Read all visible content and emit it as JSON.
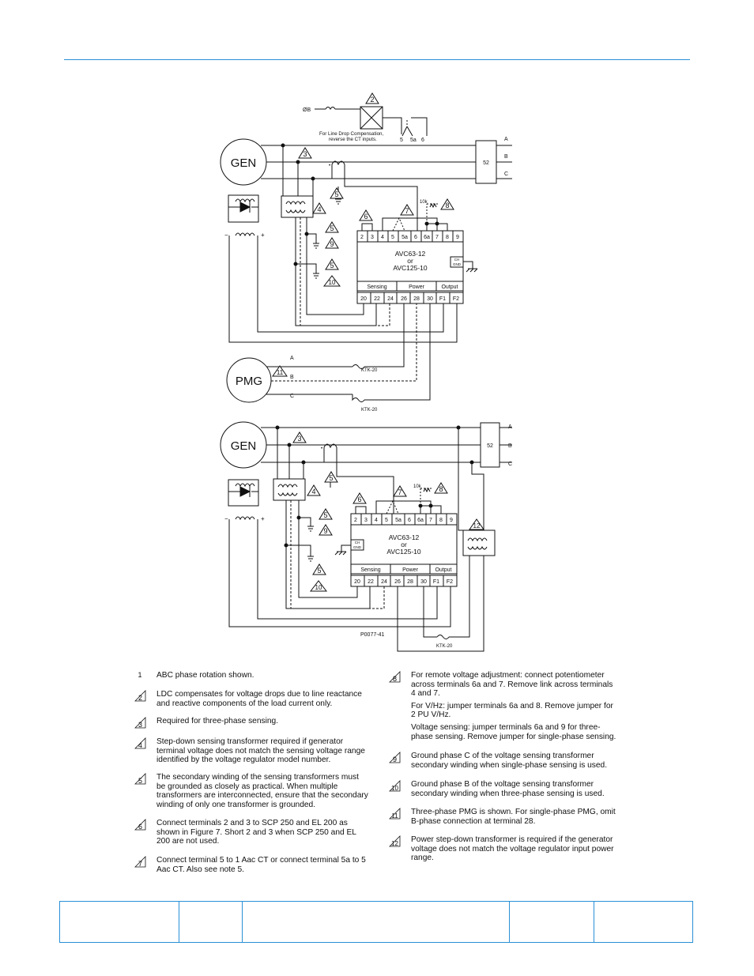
{
  "diagram_top": {
    "phase_b_label": "ØB",
    "ldc_note_line1": "For Line Drop Compensation,",
    "ldc_note_line2": "reverse the CT inputs.",
    "ct_terms": [
      "5",
      "5a",
      "6"
    ],
    "gen_label": "GEN",
    "pmg_label": "PMG",
    "breaker": "52",
    "phases": [
      "A",
      "B",
      "C"
    ],
    "pot_label": "10k",
    "regulator_line1": "AVC63-12",
    "regulator_line2": "or",
    "regulator_line3": "AVC125-10",
    "ch_gnd": [
      "CH",
      "GND"
    ],
    "top_terminals": [
      "2",
      "3",
      "4",
      "5",
      "5a",
      "6",
      "6a",
      "7",
      "8",
      "9"
    ],
    "bottom_groups": [
      "Sensing",
      "Power",
      "Output"
    ],
    "bottom_terminals": [
      "20",
      "22",
      "24",
      "26",
      "28",
      "30",
      "F1",
      "F2"
    ],
    "fuse_label": "KTK-20",
    "pmg_phases": [
      "A",
      "B",
      "C"
    ],
    "callouts": [
      "2",
      "3",
      "4",
      "5",
      "5",
      "9",
      "5",
      "10",
      "6",
      "7",
      "8",
      "11"
    ]
  },
  "diagram_bottom": {
    "gen_label": "GEN",
    "breaker": "52",
    "phases": [
      "A",
      "B",
      "C"
    ],
    "pot_label": "10k",
    "regulator_line1": "AVC63-12",
    "regulator_line2": "or",
    "regulator_line3": "AVC125-10",
    "ch_gnd": [
      "CH",
      "GND"
    ],
    "top_terminals": [
      "2",
      "3",
      "4",
      "5",
      "5a",
      "6",
      "6a",
      "7",
      "8",
      "9"
    ],
    "bottom_groups": [
      "Sensing",
      "Power",
      "Output"
    ],
    "bottom_terminals": [
      "20",
      "22",
      "24",
      "26",
      "28",
      "30",
      "F1",
      "F2"
    ],
    "fuse_label": "KTK-20",
    "figure_id": "P0077-41",
    "callouts": [
      "3",
      "4",
      "5",
      "5",
      "9",
      "5",
      "10",
      "6",
      "7",
      "8",
      "12"
    ]
  },
  "notes_left": [
    {
      "num": "1",
      "plain": true,
      "text": [
        "ABC phase rotation shown."
      ]
    },
    {
      "num": "2",
      "text": [
        "LDC compensates for voltage drops due to line reactance and reactive components of the load current only."
      ]
    },
    {
      "num": "3",
      "text": [
        "Required for three-phase sensing."
      ]
    },
    {
      "num": "4",
      "text": [
        "Step-down sensing transformer required if generator terminal voltage does not match the sensing voltage range identified by the voltage regulator model number."
      ]
    },
    {
      "num": "5",
      "text": [
        "The secondary winding of the sensing transformers must be grounded as closely as practical. When multiple transformers are interconnected, ensure that the secondary winding of only one transformer is grounded."
      ]
    },
    {
      "num": "6",
      "text": [
        "Connect terminals 2 and 3 to SCP 250 and EL 200 as shown in Figure 7. Short 2 and 3 when SCP 250 and EL 200 are not used."
      ]
    },
    {
      "num": "7",
      "text": [
        "Connect terminal 5 to 1 Aac CT or connect terminal 5a to 5 Aac CT. Also see note 5."
      ]
    }
  ],
  "notes_right": [
    {
      "num": "8",
      "text": [
        "For remote voltage adjustment: connect potentiometer across terminals 6a and 7. Remove link across terminals 4 and 7.",
        "For V/Hz: jumper terminals 6a and 8. Remove jumper for 2 PU V/Hz.",
        "Voltage sensing: jumper terminals 6a and 9 for three-phase sensing. Remove jumper for single-phase sensing."
      ]
    },
    {
      "num": "9",
      "text": [
        "Ground phase C of the voltage sensing transformer secondary winding when single-phase sensing is used."
      ]
    },
    {
      "num": "10",
      "text": [
        "Ground phase B of the voltage sensing transformer secondary winding when three-phase sensing is used."
      ]
    },
    {
      "num": "11",
      "text": [
        "Three-phase PMG is shown. For single-phase PMG, omit B-phase connection at terminal 28."
      ]
    },
    {
      "num": "12",
      "text": [
        "Power step-down transformer is required if the generator voltage does not match the voltage regulator input power range."
      ]
    }
  ],
  "colors": {
    "accent": "#2a8fd6",
    "ink": "#111111"
  }
}
